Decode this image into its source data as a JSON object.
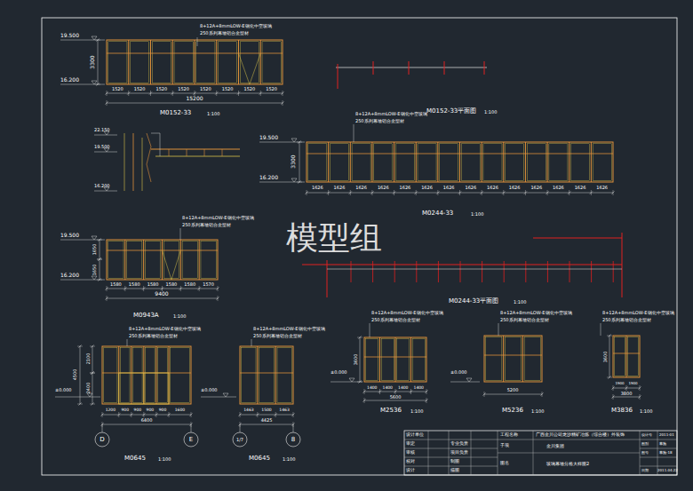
{
  "diagram": {
    "labels": [
      "8+12A+8mmLOW-E钢化中空玻璃",
      "250系列幕墙铝合金型材",
      "19.500",
      "16.200",
      "3300",
      "1520",
      "1520",
      "1520",
      "1520",
      "1520",
      "1520",
      "1520",
      "1520",
      "15200",
      "M0152-33",
      "1:100",
      "M0152-33平面图",
      "1:100",
      "22.150",
      "19.500",
      "16.200",
      "8+12A+8mmLOW-E钢化中空玻璃",
      "250系列幕墙铝合金型材",
      "19.500",
      "16.200",
      "3300",
      "1626",
      "1626",
      "1626",
      "1626",
      "1626",
      "1626",
      "1626",
      "1626",
      "1626",
      "1626",
      "1626",
      "1626",
      "1626",
      "1626",
      "M0244-33",
      "1:100",
      "M0244-33平面图",
      "1:100",
      "8+12A+8mmLOW-E钢化中空玻璃",
      "250系列幕墙铝合金型材",
      "19.500",
      "16.200",
      "1650",
      "1650",
      "1580",
      "1580",
      "1580",
      "1580",
      "1580",
      "1570",
      "9400",
      "M0943A",
      "1:100",
      "8+12A+8mmLOW-E钢化中空玻璃",
      "250系列幕墙铝合金型材",
      "±0.000",
      "4500",
      "2100",
      "2400",
      "1200",
      "900",
      "900",
      "900",
      "900",
      "1600",
      "6400",
      "D",
      "E",
      "M0645",
      "1:100",
      "8+12A+8mmLOW-E钢化中空玻璃",
      "250系列幕墙铝合金型材",
      "±0.000",
      "1463",
      "1500",
      "1463",
      "4425",
      "1/7",
      "8",
      "M0645",
      "1:100",
      "8+12A+8mmLOW-E钢化中空玻璃",
      "250系列幕墙铝合金型材",
      "3600",
      "±0.000",
      "1400",
      "1400",
      "1400",
      "1400",
      "5600",
      "M2536",
      "1:100",
      "8+12A+8mmLOW-E钢化中空玻璃",
      "250系列幕墙铝合金型材",
      "±0.000",
      "5200",
      "M5236",
      "1:100",
      "8+12A+8mmLOW-E钢化中空玻璃",
      "250系列幕墙铝合金型材",
      "3600",
      "1900",
      "1900",
      "3800",
      "M3836",
      "1:100",
      "模型组",
      "设计单位",
      "审定",
      "审核",
      "校对",
      "设计",
      "专业负责",
      "项目负责",
      "制图",
      "描图",
      "工程名称",
      "广西金川公司龙沙精矿冶炼（综合楼）外装饰",
      "设计号",
      "2011-01",
      "子项",
      "金川集团",
      "图别",
      "幕施",
      "图名",
      "玻璃幕墙分格大样图2",
      "图号",
      "幕施-18",
      "日期",
      "2011.04.22"
    ]
  }
}
